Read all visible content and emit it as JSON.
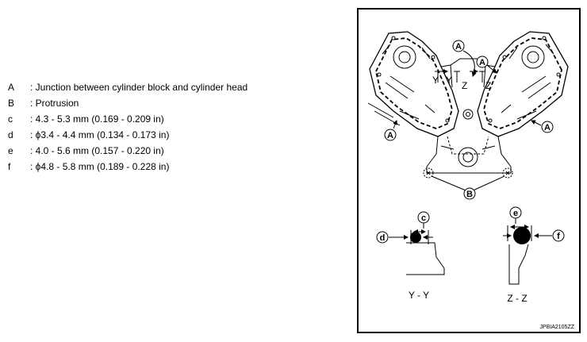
{
  "legend": [
    {
      "key": "A",
      "text": ": Junction between cylinder block and cylinder head"
    },
    {
      "key": "B",
      "text": ": Protrusion"
    },
    {
      "key": "c",
      "text": ": 4.3 - 5.3 mm (0.169 - 0.209 in)"
    },
    {
      "key": "d",
      "text": ": ϕ3.4 - 4.4 mm (0.134 - 0.173 in)"
    },
    {
      "key": "e",
      "text": ": 4.0 - 5.6 mm (0.157 - 0.220 in)"
    },
    {
      "key": "f",
      "text": ": ϕ4.8 - 5.8 mm (0.189 - 0.228 in)"
    }
  ],
  "figure": {
    "callouts": {
      "a": "A",
      "b": "B",
      "c": "c",
      "d": "d",
      "e": "e",
      "f": "f"
    },
    "section_markers": {
      "y": "Y",
      "z": "Z"
    },
    "section_labels": {
      "yy": "Y - Y",
      "zz": "Z - Z"
    },
    "code": "JPBIA2105ZZ"
  }
}
